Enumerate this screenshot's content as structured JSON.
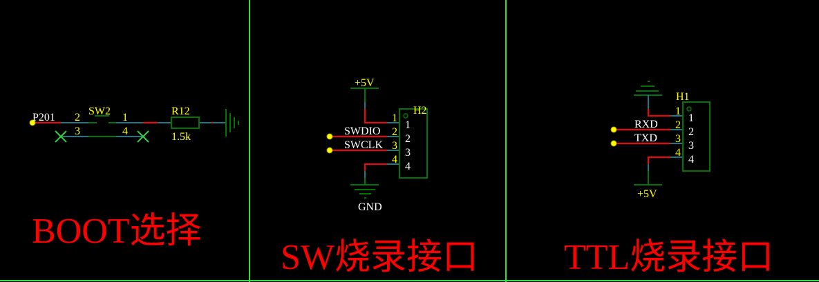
{
  "colors": {
    "background": "#000000",
    "divider": "#33dd44",
    "wire_red": "#ff0000",
    "wire_teal": "#1a7a8a",
    "wire_green": "#007700",
    "label_yellow": "#ffff00",
    "label_white": "#ffffff"
  },
  "sections": [
    {
      "title": "BOOT选择",
      "net_port": "P201",
      "switch": {
        "designator": "SW2",
        "pins": [
          "2",
          "1",
          "3",
          "4"
        ]
      },
      "resistor": {
        "designator": "R12",
        "value": "1.5k"
      }
    },
    {
      "title": "SW烧录接口",
      "power": "+5V",
      "ground": "GND",
      "connector": {
        "designator": "H2",
        "pin_numbers": [
          "1",
          "2",
          "3",
          "4"
        ],
        "body_numbers": [
          "1",
          "2",
          "3",
          "4"
        ]
      },
      "nets": [
        "SWDIO",
        "SWCLK"
      ]
    },
    {
      "title": "TTL烧录接口",
      "power": "+5V",
      "connector": {
        "designator": "H1",
        "pin_numbers": [
          "1",
          "2",
          "3",
          "4"
        ],
        "body_numbers": [
          "1",
          "2",
          "3",
          "4"
        ]
      },
      "nets": [
        "RXD",
        "TXD"
      ]
    }
  ]
}
